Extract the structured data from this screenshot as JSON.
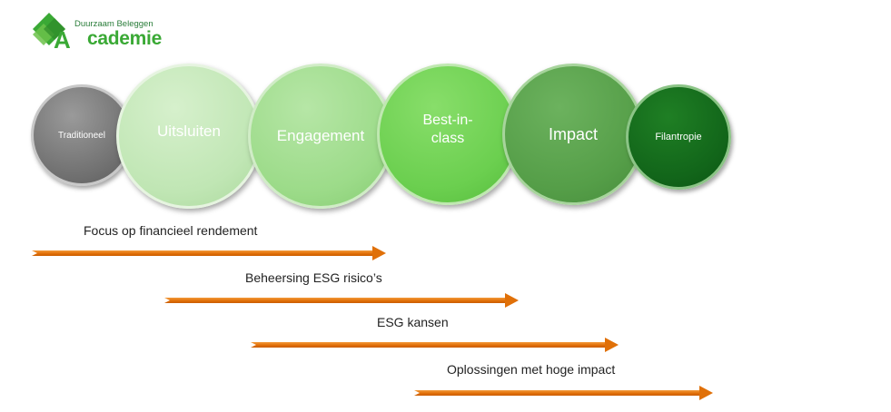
{
  "logo": {
    "line1": "Duurzaam Beleggen",
    "line2": "cademie",
    "brand_color": "#3aa935"
  },
  "spectrum": [
    {
      "label": "Traditioneel",
      "color": "#7a7a7a"
    },
    {
      "label": "Uitsluiten",
      "color": "#c0e6b4"
    },
    {
      "label": "Engagement",
      "color": "#9cdb89"
    },
    {
      "label": "Best-in-class",
      "color": "#6bcf4f"
    },
    {
      "label": "Impact",
      "color": "#559e48"
    },
    {
      "label": "Filantropie",
      "color": "#12661a"
    }
  ],
  "focus_arrows": [
    {
      "label": "Focus op financieel rendement",
      "color": "#e07008"
    },
    {
      "label": "Beheersing ESG risico’s",
      "color": "#e07008"
    },
    {
      "label": "ESG kansen",
      "color": "#e07008"
    },
    {
      "label": "Oplossingen met hoge impact",
      "color": "#e07008"
    }
  ]
}
